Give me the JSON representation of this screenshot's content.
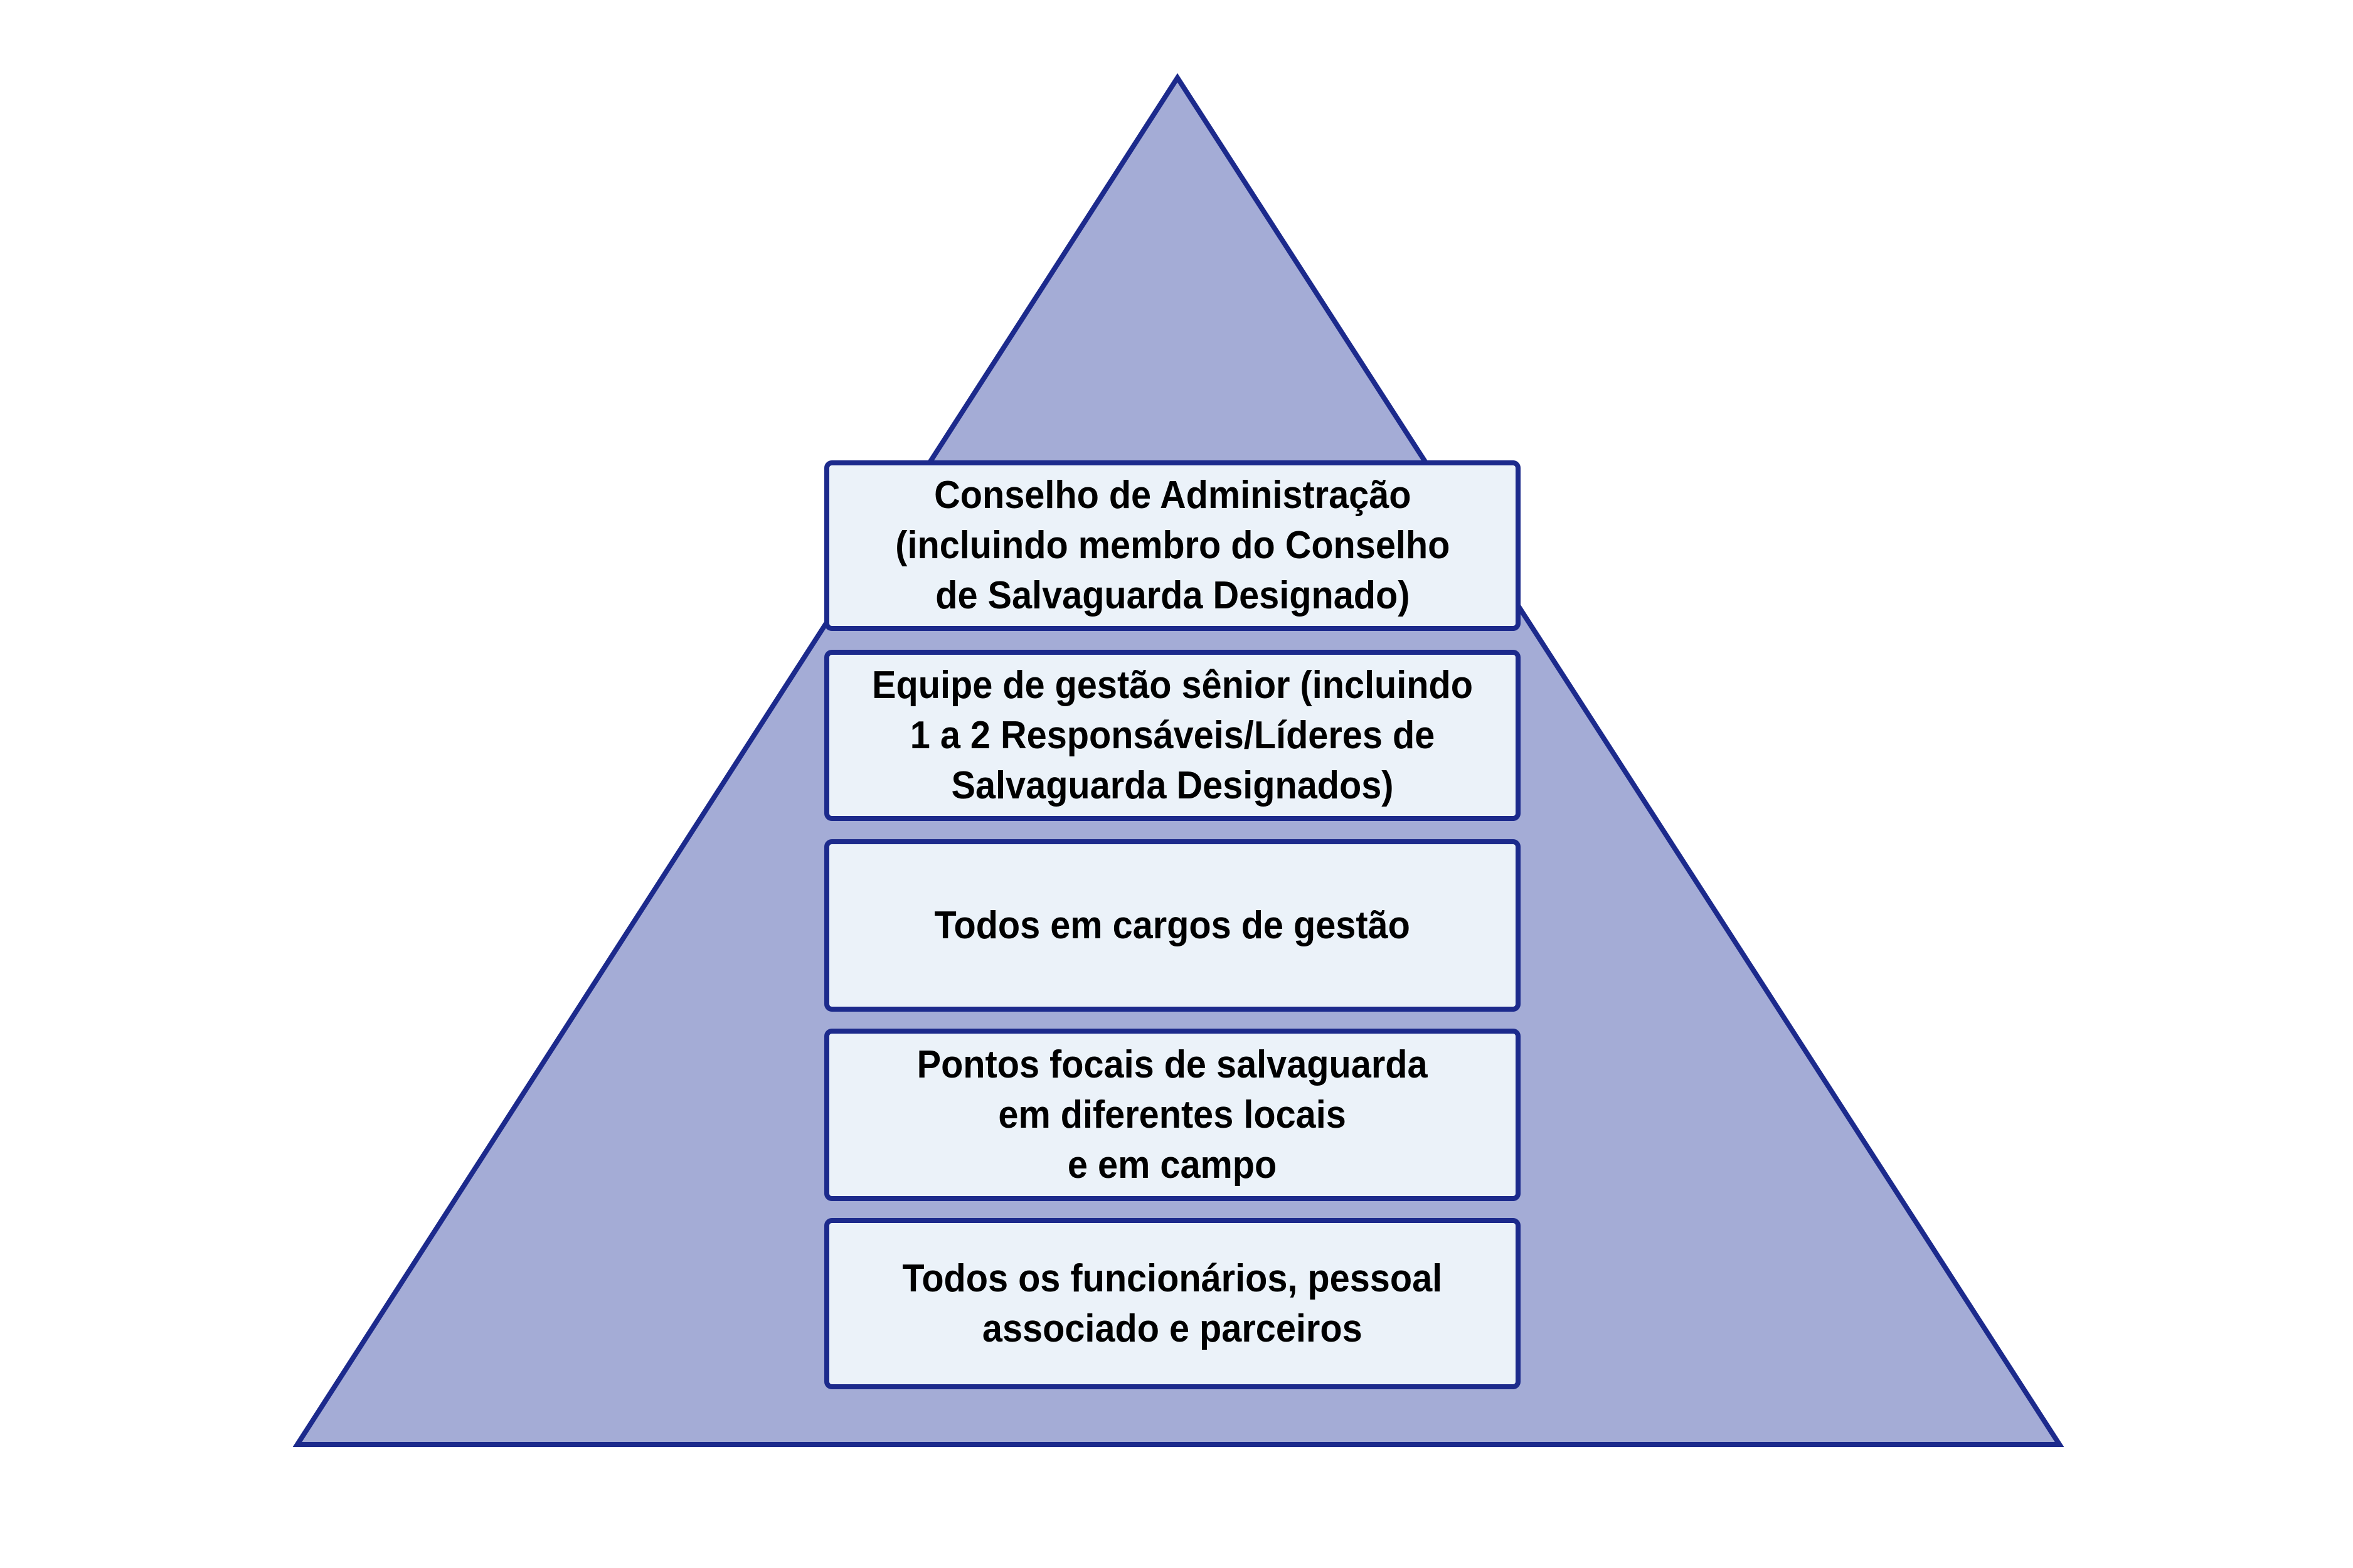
{
  "diagram": {
    "type": "pyramid",
    "colors": {
      "triangle_fill": "#a4acd6",
      "triangle_stroke": "#1c2a8c",
      "box_fill": "#ebf2f9",
      "box_border": "#1c2a8c",
      "text": "#000000"
    },
    "tiers": [
      {
        "label": "Conselho de Administração\n(incluindo membro do Conselho\nde Salvaguarda Designado)"
      },
      {
        "label": "Equipe de gestão sênior (incluindo\n1 a 2 Responsáveis/Líderes de\nSalvaguarda Designados)"
      },
      {
        "label": "Todos em cargos de gestão"
      },
      {
        "label": "Pontos focais de salvaguarda\nem diferentes locais\ne em campo"
      },
      {
        "label": "Todos os funcionários, pessoal\nassociado e parceiros"
      }
    ]
  }
}
